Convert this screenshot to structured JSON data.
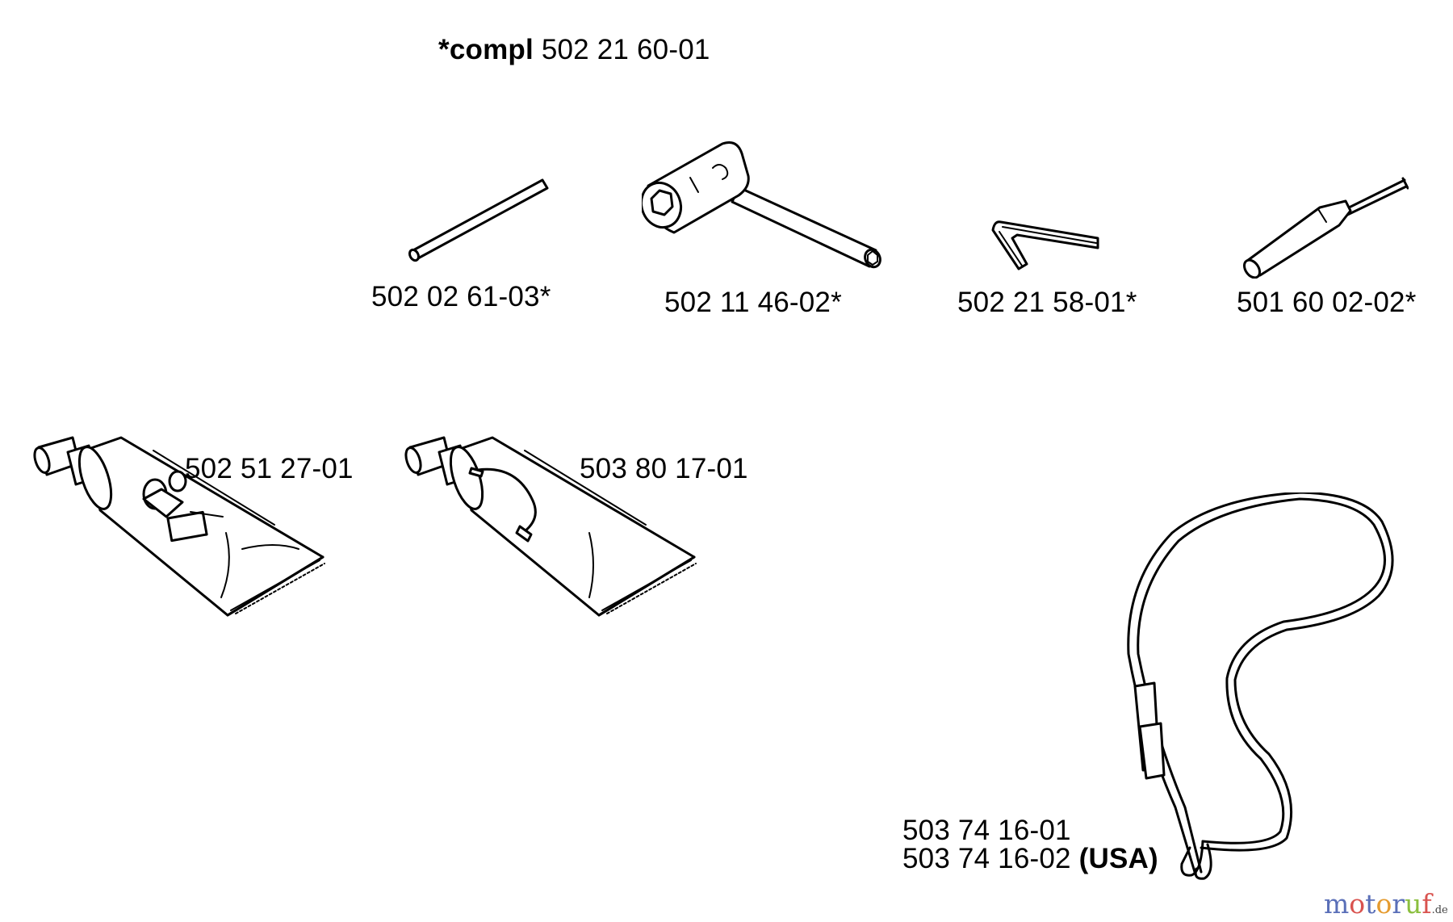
{
  "header": {
    "compl_prefix": "*compl",
    "compl_number": "502 21 60-01"
  },
  "parts": {
    "rod": "502 02 61-03*",
    "combination_wrench": "502 11 46-02*",
    "hex_key": "502 21 58-01*",
    "screwdriver": "501 60 02-02*",
    "grease_tube_1": "502 51 27-01",
    "grease_tube_2": "503 80 17-01",
    "harness_line1": "503 74 16-01",
    "harness_line2_number": "503 74 16-02",
    "harness_line2_suffix": "(USA)"
  },
  "watermark": {
    "text": "motoruf",
    "tld": ".de",
    "colors": [
      "#5a6fb8",
      "#d9534f",
      "#e59b2f",
      "#8bbf3f"
    ]
  }
}
